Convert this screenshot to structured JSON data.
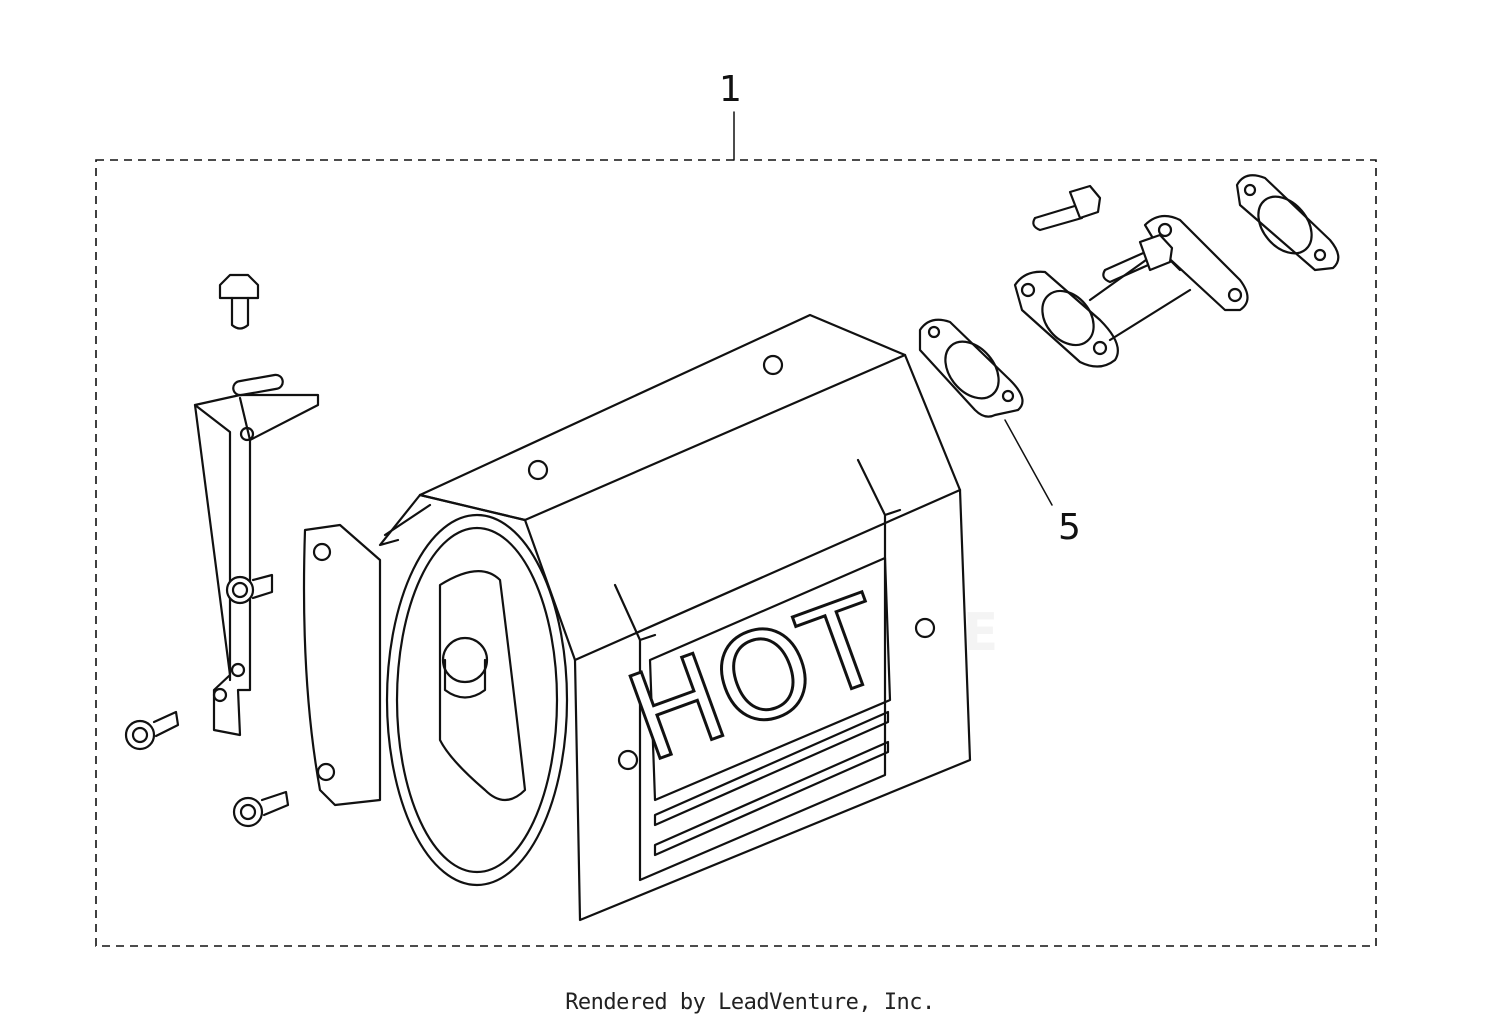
{
  "callouts": [
    {
      "id": "1",
      "label": "1"
    },
    {
      "id": "5",
      "label": "5"
    }
  ],
  "decal_text": "HOT",
  "watermark_text": "LEADVENTURE",
  "footer_text": "Rendered by LeadVenture, Inc.",
  "colors": {
    "line": "#111111",
    "background": "#ffffff",
    "watermark": "#e6e6e6"
  }
}
